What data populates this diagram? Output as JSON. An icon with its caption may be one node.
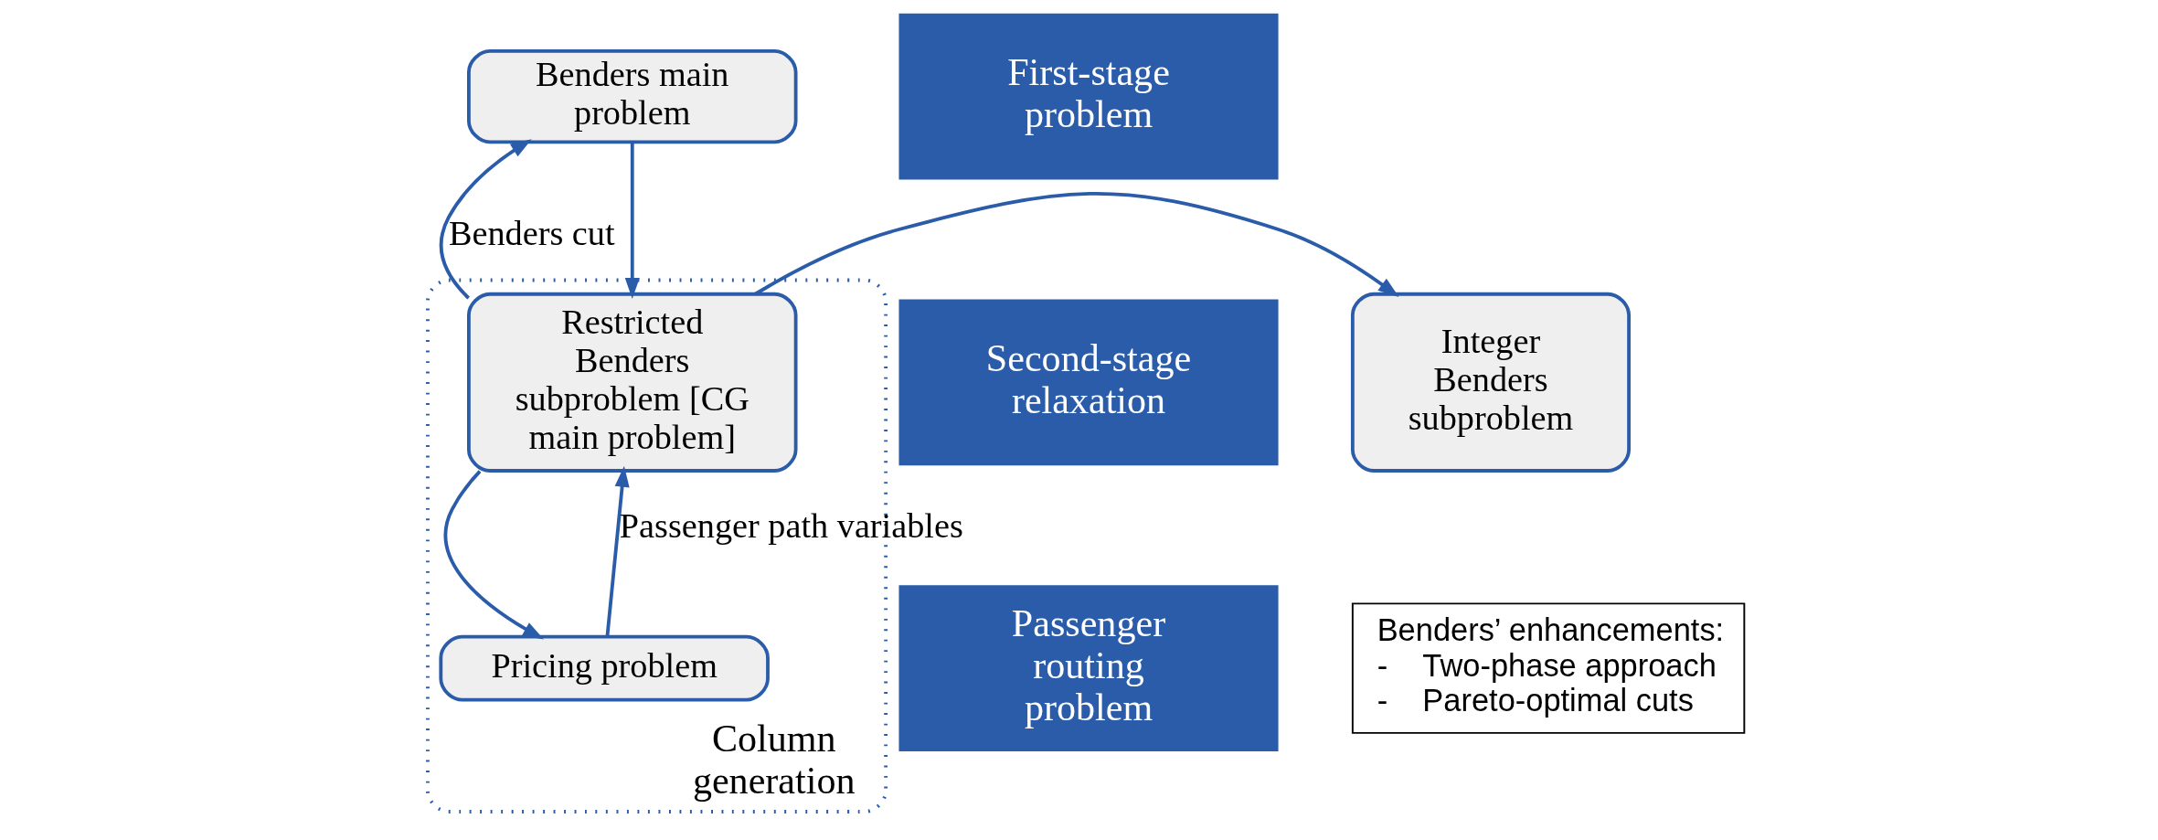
{
  "diagram": {
    "nodes": [
      {
        "text": [
          "First-stage problem"
        ]
      },
      {
        "text": [
          "Second-stage relaxation"
        ]
      },
      {
        "text": [
          "Passenger routing problem"
        ]
      },
      {
        "text": [
          "Column generation"
        ]
      },
      {
        "text": [
          "Benders main problem"
        ]
      },
      {
        "text": [
          "Restricted Benders subproblem [CG main problem]"
        ],
        "in": 3
      },
      {
        "text": [
          "Pricing problem"
        ],
        "in": 3
      },
      {
        "text": [
          "Integer Benders subproblem"
        ]
      },
      {
        "text": [
          "Benders’ enhancements:",
          "-    Two-phase approach",
          "-    Pareto-optimal cuts"
        ]
      }
    ],
    "edges": [
      {
        "from": 4,
        "to": 5,
        "arrow": "to"
      },
      {
        "from": 5,
        "to": 6,
        "arrow": "to"
      },
      {
        "from": 6,
        "to": 5,
        "arrow": "to",
        "label": "Passenger path variables"
      },
      {
        "from": 5,
        "to": 7,
        "arrow": "to"
      },
      {
        "from": 5,
        "to": 4,
        "arrow": "to",
        "label": "Benders cut"
      }
    ]
  }
}
